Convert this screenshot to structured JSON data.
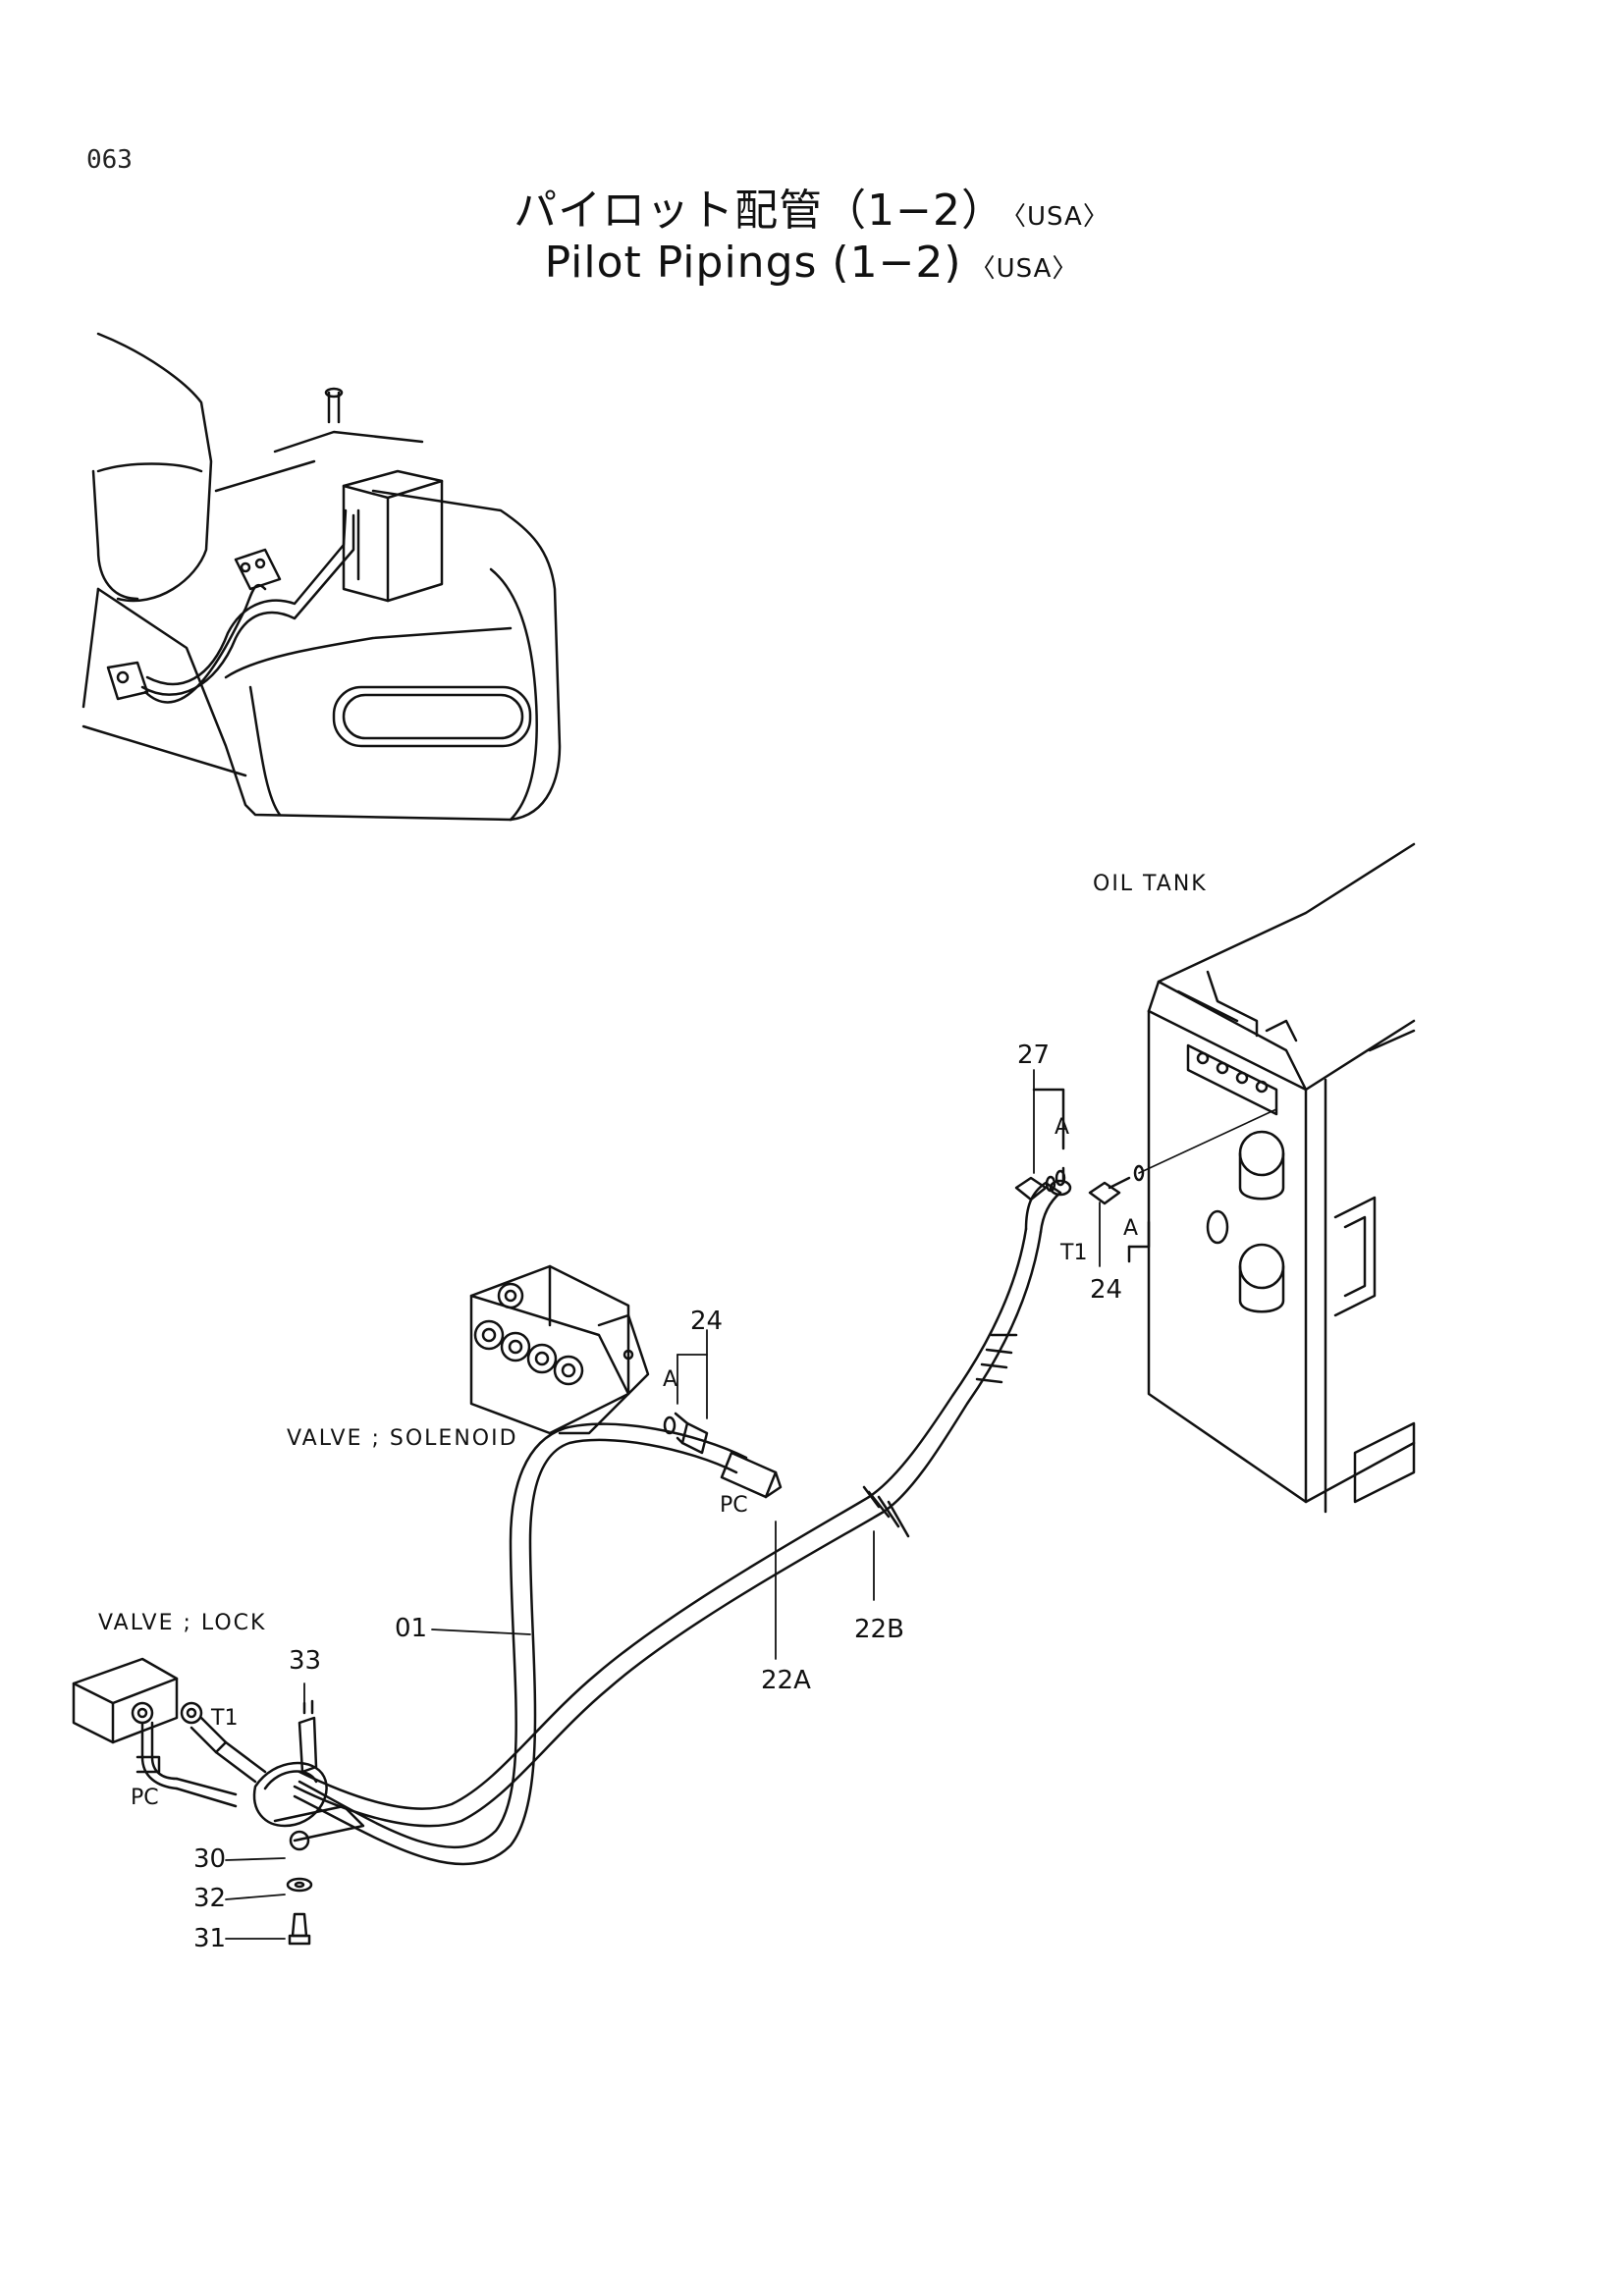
{
  "page_number": "063",
  "title_jp": "パイロット配管（1−2）",
  "title_en": "Pilot Pipings (1−2)",
  "title_suffix": "〈USA〉",
  "components": {
    "oil_tank": "OIL TANK",
    "valve_solenoid": "VALVE ; SOLENOID",
    "valve_lock": "VALVE ; LOCK"
  },
  "part_numbers": {
    "p27": "27",
    "p24_tank": "24",
    "p24_solenoid": "24",
    "p01": "01",
    "p22A": "22A",
    "p22B": "22B",
    "p33": "33",
    "p30": "30",
    "p32": "32",
    "p31": "31"
  },
  "port_labels": {
    "t1_tank": "T1",
    "pc_solenoid": "PC",
    "t1_lock": "T1",
    "pc_lock": "PC"
  },
  "detail_marks": {
    "a_tank_left": "A",
    "a_tank_right": "A",
    "a_solenoid": "A"
  }
}
